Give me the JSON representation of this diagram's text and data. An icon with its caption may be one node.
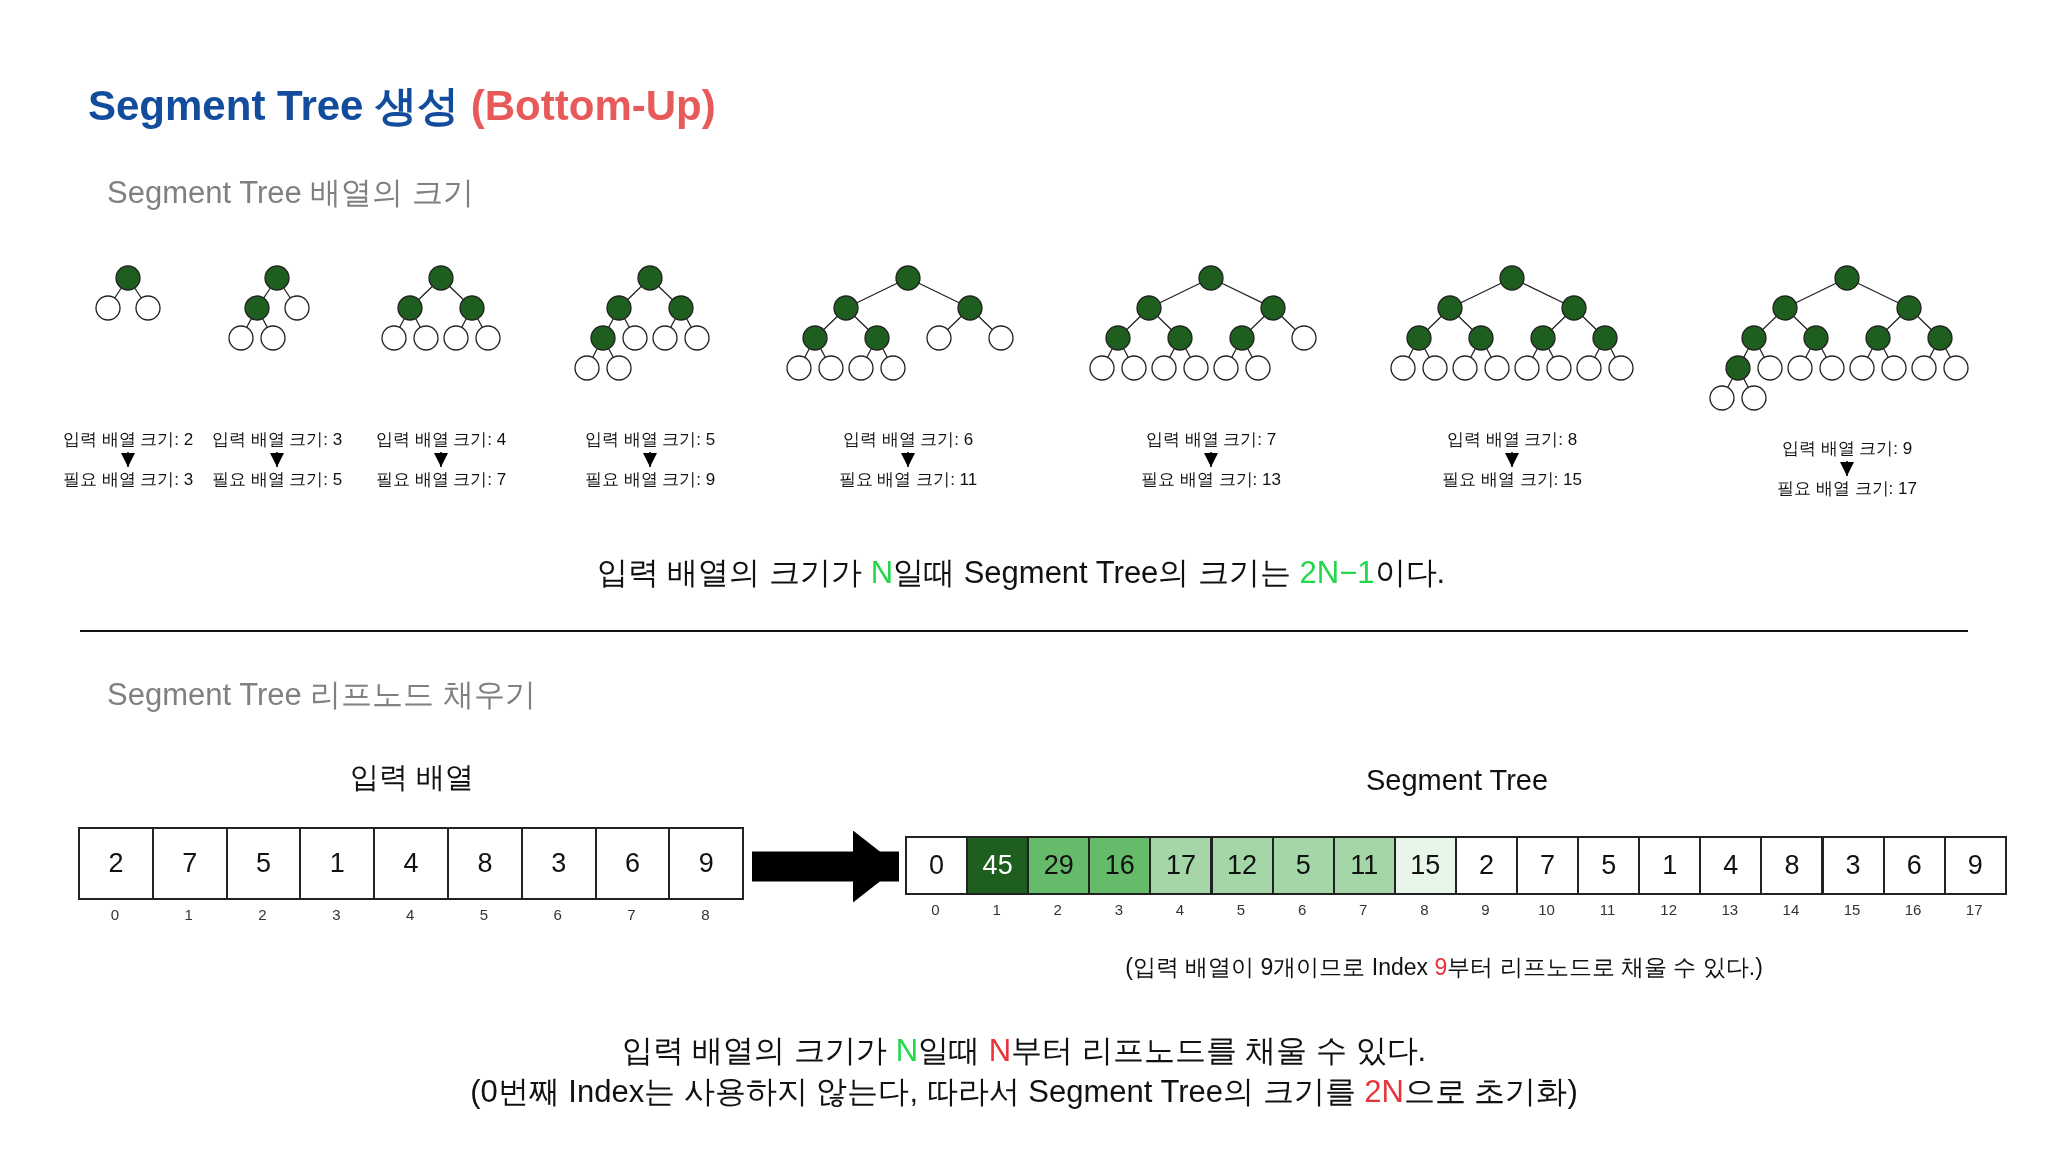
{
  "diagram": {
    "title": "Segment Tree 생성 *(Bottom-Up)*",
    "nodes": [
      {
        "text": [
          "입력 배열 크기: 2"
        ]
      },
      {
        "text": [
          "필요 배열 크기: 3"
        ]
      },
      {
        "text": [
          "입력 배열 크기: 3"
        ]
      },
      {
        "text": [
          "필요 배열 크기: 5"
        ]
      },
      {
        "text": [
          "입력 배열 크기: 4"
        ]
      },
      {
        "text": [
          "필요 배열 크기: 7"
        ]
      },
      {
        "text": [
          "입력 배열 크기: 5"
        ]
      },
      {
        "text": [
          "필요 배열 크기: 9"
        ]
      },
      {
        "text": [
          "입력 배열 크기: 6"
        ]
      },
      {
        "text": [
          "필요 배열 크기: 11"
        ]
      },
      {
        "text": [
          "입력 배열 크기: 7"
        ]
      },
      {
        "text": [
          "필요 배열 크기: 13"
        ]
      },
      {
        "text": [
          "입력 배열 크기: 8"
        ]
      },
      {
        "text": [
          "필요 배열 크기: 15"
        ]
      },
      {
        "text": [
          "입력 배열 크기: 9"
        ]
      },
      {
        "text": [
          "필요 배열 크기: 17"
        ]
      },
      {
        "text": [
          "입력 배열"
        ]
      },
      {
        "text": [
          "2"
        ],
        "in": 16
      },
      {
        "text": [
          "7"
        ],
        "in": 16
      },
      {
        "text": [
          "5"
        ],
        "in": 16
      },
      {
        "text": [
          "1"
        ],
        "in": 16
      },
      {
        "text": [
          "4"
        ],
        "in": 16
      },
      {
        "text": [
          "8"
        ],
        "in": 16
      },
      {
        "text": [
          "3"
        ],
        "in": 16
      },
      {
        "text": [
          "6"
        ],
        "in": 16
      },
      {
        "text": [
          "9"
        ],
        "in": 16
      },
      {
        "text": [
          "Segment Tree"
        ]
      },
      {
        "text": [
          "0"
        ],
        "in": 26
      },
      {
        "text": [
          "45"
        ],
        "in": 26
      },
      {
        "text": [
          "29"
        ],
        "in": 26
      },
      {
        "text": [
          "16"
        ],
        "in": 26
      },
      {
        "text": [
          "17"
        ],
        "in": 26
      },
      {
        "text": [
          "12"
        ],
        "in": 26
      },
      {
        "text": [
          "5"
        ],
        "in": 26
      },
      {
        "text": [
          "11"
        ],
        "in": 26
      },
      {
        "text": [
          "15"
        ],
        "in": 26
      },
      {
        "text": [
          "2"
        ],
        "in": 26
      },
      {
        "text": [
          "7"
        ],
        "in": 26
      },
      {
        "text": [
          "5"
        ],
        "in": 26
      },
      {
        "text": [
          "1"
        ],
        "in": 26
      },
      {
        "text": [
          "4"
        ],
        "in": 26
      },
      {
        "text": [
          "8"
        ],
        "in": 26
      },
      {
        "text": [
          "3"
        ],
        "in": 26
      },
      {
        "text": [
          "6"
        ],
        "in": 26
      },
      {
        "text": [
          "9"
        ],
        "in": 26
      }
    ],
    "edges": [
      {
        "from": 0,
        "to": 1,
        "arrow": "to"
      },
      {
        "from": 2,
        "to": 3,
        "arrow": "to"
      },
      {
        "from": 4,
        "to": 5,
        "arrow": "to"
      },
      {
        "from": 6,
        "to": 7,
        "arrow": "to"
      },
      {
        "from": 8,
        "to": 9,
        "arrow": "to"
      },
      {
        "from": 10,
        "to": 11,
        "arrow": "to"
      },
      {
        "from": 12,
        "to": 13,
        "arrow": "to"
      },
      {
        "from": 14,
        "to": 15,
        "arrow": "to"
      },
      {
        "from": 16,
        "to": 26,
        "arrow": "to",
        "style": "thick"
      }
    ],
    "labels": [
      "Segment Tree 배열의 크기",
      "입력 배열의 크기가 **N**일때 Segment Tree의 크기는 **2N−1**이다.",
      "Segment Tree 리프노드 채우기",
      "0",
      "1",
      "2",
      "3",
      "4",
      "5",
      "6",
      "7",
      "8",
      "0",
      "1",
      "2",
      "3",
      "4",
      "5",
      "6",
      "7",
      "8",
      "9",
      "10",
      "11",
      "12",
      "13",
      "14",
      "15",
      "16",
      "17",
      "(입력 배열이 9개이므로 Index **9**부터 리프노드로 채울 수 있다.)",
      "입력 배열의 크기가 **N**일때 **N**부터 리프노드를 채울 수 있다.",
      "(0번째 Index는 사용하지 않는다, 따라서 Segment Tree의 크기를 **2N**으로 초기화)"
    ]
  }
}
